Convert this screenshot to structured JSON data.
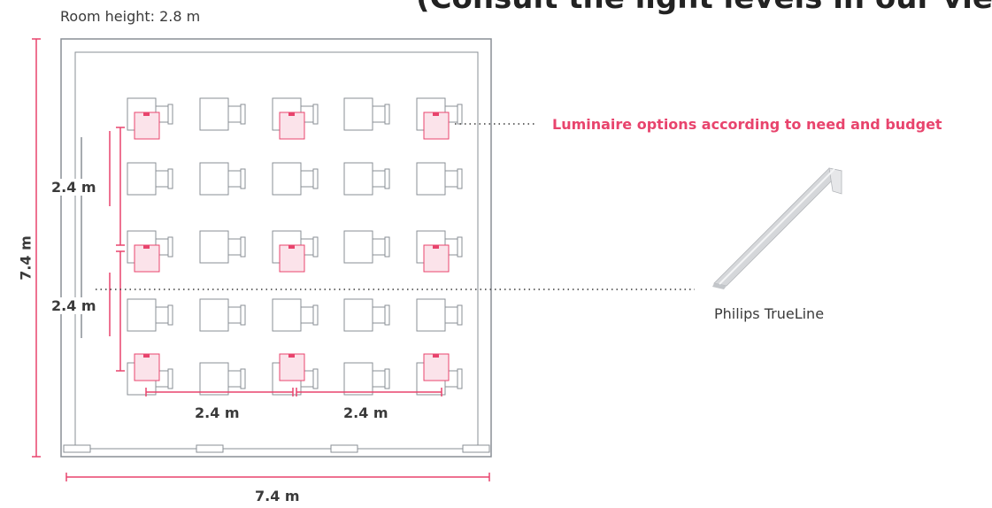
{
  "header": {
    "truncated_title": "(Consult the light levels in our view)"
  },
  "room": {
    "height_label": "Room height: 2.8 m",
    "width_label": "7.4 m",
    "depth_label": "7.4 m"
  },
  "spacing": {
    "vertical_1": "2.4 m",
    "vertical_2": "2.4 m",
    "horizontal_1": "2.4 m",
    "horizontal_2": "2.4 m"
  },
  "callout": {
    "text": "Luminaire options according to need and budget"
  },
  "product": {
    "name": "Philips TrueLine"
  },
  "colors": {
    "accent": "#e8446d",
    "wall": "#8a8f96",
    "furniture": "#8a8f96",
    "luminaire_fill": "#fbe3ea",
    "text": "#3a3a3a"
  }
}
